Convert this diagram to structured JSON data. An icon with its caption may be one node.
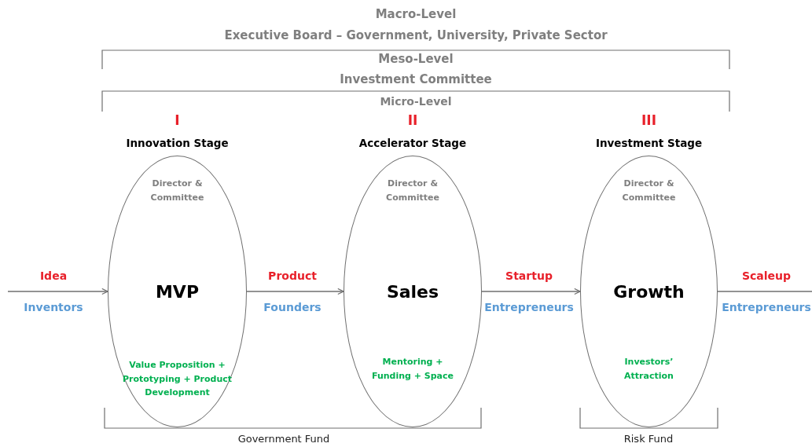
{
  "diagram": {
    "nodes": [
      {
        "text": [
          "Director & Committee",
          "MVP",
          "Value Proposition + Prototyping + Product Development"
        ],
        "beside": [
          "I",
          "Innovation Stage"
        ]
      },
      {
        "text": [
          "Director & Committee",
          "Sales",
          "Mentoring + Funding + Space"
        ],
        "beside": [
          "II",
          "Accelerator Stage"
        ]
      },
      {
        "text": [
          "Director & Committee",
          "Growth",
          "Investors’ Attraction"
        ],
        "beside": [
          "III",
          "Investment Stage"
        ]
      }
    ],
    "edges": [
      {
        "from": null,
        "to": 0,
        "arrow": "to",
        "label": "Idea"
      },
      {
        "from": 0,
        "to": 1,
        "arrow": "to",
        "label": "Product"
      },
      {
        "from": 1,
        "to": 2,
        "arrow": "to",
        "label": "Startup"
      },
      {
        "from": 2,
        "to": null,
        "arrow": "none",
        "label": "Scaleup"
      }
    ],
    "labels": [
      "Macro-Level",
      "Executive Board – Government, University, Private Sector",
      "Meso-Level",
      "Investment Committee",
      "Micro-Level",
      "Inventors",
      "Founders",
      "Entrepreneurs",
      "Entrepreneurs",
      "Government Fund",
      "Risk Fund"
    ]
  }
}
